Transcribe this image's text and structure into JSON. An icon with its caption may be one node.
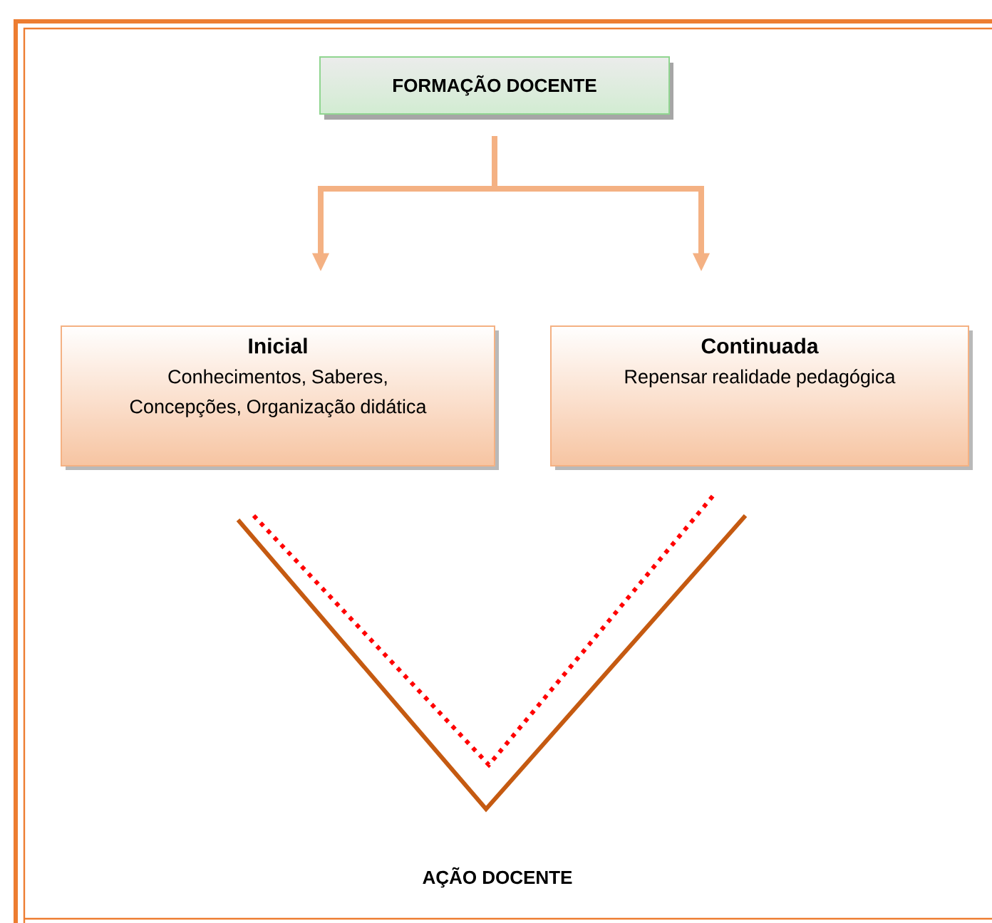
{
  "diagram": {
    "nodes": [
      {
        "text": [
          "FORMAÇÃO DOCENTE"
        ]
      },
      {
        "text": [
          "Inicial",
          "Conhecimentos, Saberes, Concepções, Organização didática"
        ]
      },
      {
        "text": [
          "Continuada",
          "Repensar realidade pedagógica"
        ]
      },
      {
        "text": [
          "AÇÃO DOCENTE"
        ]
      }
    ],
    "edges": [
      {
        "from": 0,
        "to": 1,
        "arrow": "to"
      },
      {
        "from": 0,
        "to": 2,
        "arrow": "to"
      }
    ]
  }
}
